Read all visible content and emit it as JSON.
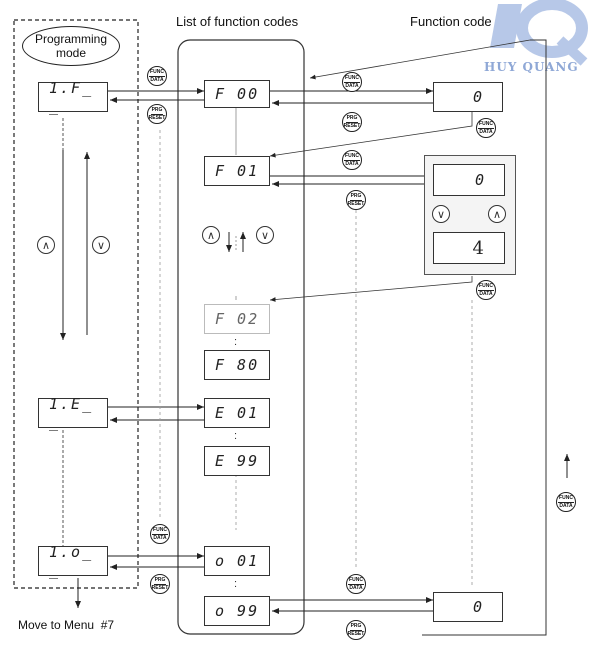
{
  "titles": {
    "list": "List of function codes",
    "data": "Function code data"
  },
  "logo": {
    "text": "HUY QUANG"
  },
  "programming_mode": {
    "label_line1": "Programming",
    "label_line2": "mode"
  },
  "menu_displays": [
    "1.F_ _",
    "1.E_ _",
    "1.o_ _"
  ],
  "function_displays": [
    "F 00",
    "F 01",
    "F 02",
    "F 80",
    "E 01",
    "E 99",
    "o 01",
    "o 99"
  ],
  "data_displays": {
    "f00": "0",
    "f01_top": "0",
    "f01_bottom": "4",
    "o99": "0"
  },
  "buttons": {
    "func_top": "FUNC",
    "func_bottom": "DATA",
    "prg_top": "PRG",
    "prg_bottom": "RESET"
  },
  "colon": ":",
  "footer": "Move to Menu  #7",
  "colors": {
    "logo_blue": "#8fa8d6",
    "line": "#222222",
    "dashed": "#777777"
  }
}
